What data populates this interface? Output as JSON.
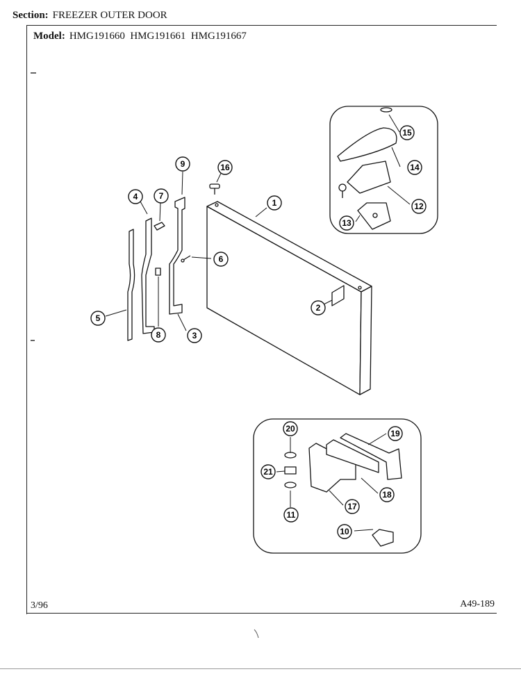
{
  "header": {
    "section_label": "Section:",
    "section_value": "FREEZER OUTER DOOR",
    "model_label": "Model:",
    "model_value": "HMG191660  HMG191661  HMG191667"
  },
  "footer": {
    "date": "3/96",
    "code": "A49-189"
  },
  "callouts": [
    "1",
    "2",
    "3",
    "4",
    "5",
    "6",
    "7",
    "8",
    "9",
    "10",
    "11",
    "12",
    "13",
    "14",
    "15",
    "16",
    "17",
    "18",
    "19",
    "20",
    "21"
  ]
}
